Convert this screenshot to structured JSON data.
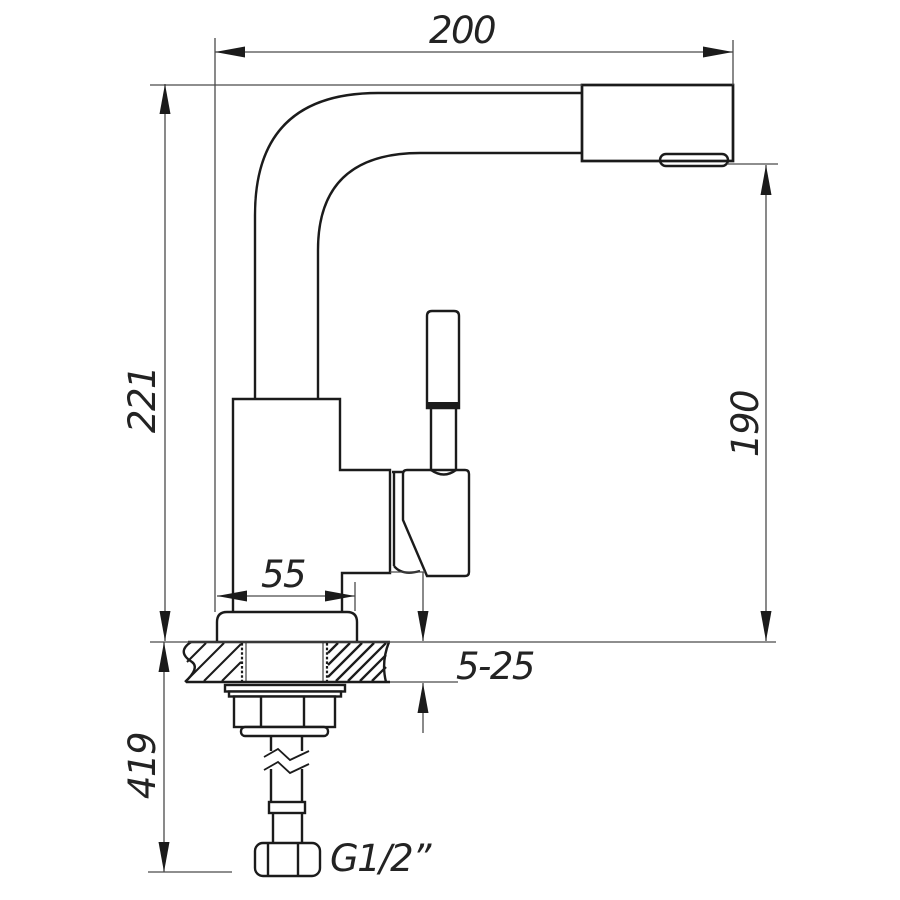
{
  "drawing": {
    "labels": {
      "spout_reach": "200",
      "height_to_deck": "221",
      "outlet_height": "190",
      "base_width": "55",
      "deck_thickness": "5-25",
      "below_deck_length": "419",
      "connection_thread": "G1/2”"
    },
    "colors": {
      "background": "#ffffff",
      "outline": "#1b1b1b",
      "dimension_lines": "#4a4a4a",
      "text": "#232323"
    }
  }
}
